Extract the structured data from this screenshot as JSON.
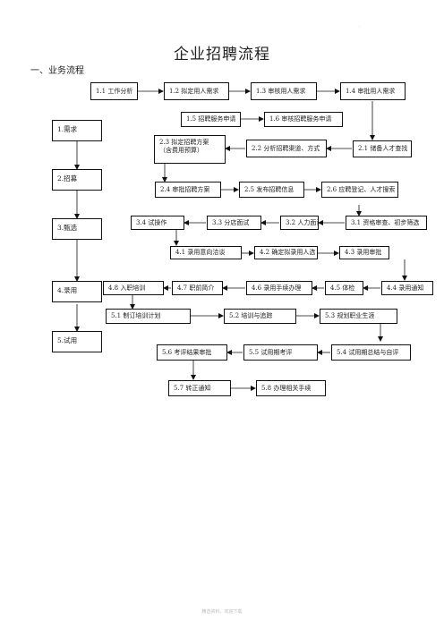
{
  "title": "企业招聘流程",
  "section": "一、业务流程",
  "stages": [
    "1.需求",
    "2.招募",
    "3.甄选",
    "4.录用",
    "5.试用"
  ],
  "steps": {
    "s1_1": "1.1 工作分析",
    "s1_2": "1.2 拟定用人需求",
    "s1_3": "1.3 审核用人需求",
    "s1_4": "1.4 审批用人需求",
    "s1_5": "1.5 招聘服务申请",
    "s1_6": "1.6 审核招聘服务申请",
    "s2_3_a": "2.3 拟定招聘方案",
    "s2_3_b": "（含费用预算）",
    "s2_2": "2.2 分析招聘渠道、方式",
    "s2_1": "2.1 储备人才查找",
    "s2_4": "2.4 审批招聘方案",
    "s2_5": "2.5 发布招聘信息",
    "s2_6": "2.6 应聘登记、人才搜索",
    "s3_4": "3.4 试操作",
    "s3_3": "3.3 分店面试",
    "s3_2": "3.2 人力面试",
    "s3_1": "3.1 资格审查、初步筛选",
    "s4_1": "4.1 录用意向洽谈",
    "s4_2": "4.2 确定拟录用人选",
    "s4_3": "4.3 录用审批",
    "s4_8": "4.8 入职培训",
    "s4_7": "4.7 职前简介",
    "s4_6": "4.6 录用手续办理",
    "s4_5": "4.5 体检",
    "s4_4": "4.4 录用通知",
    "s5_1": "5.1 制订培训计划",
    "s5_2": "5.2 培训与追踪",
    "s5_3": "5.3 规划职业生涯",
    "s5_6": "5.6 考评结果审批",
    "s5_5": "5.5 试用期考评",
    "s5_4": "5.4 试用期总结与自评",
    "s5_7": "5.7 转正通知",
    "s5_8": "5.8 办理相关手续"
  },
  "footer": "精选资料，欢迎下载"
}
